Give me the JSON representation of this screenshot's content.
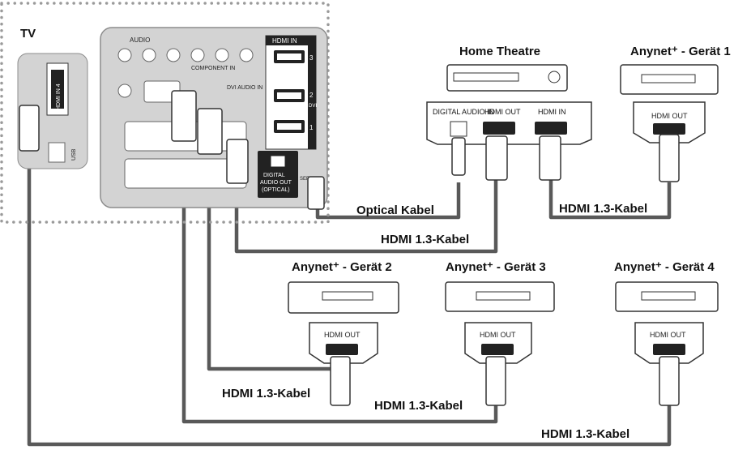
{
  "tv": {
    "label": "TV",
    "audio_label": "AUDIO",
    "component_label": "COMPONENT IN",
    "dvi_label": "DVI AUDIO IN",
    "hdmi_in_label": "HDMI IN",
    "port_numbers": [
      "3",
      "2",
      "1"
    ],
    "port2_sub": "DVI",
    "side_hdmi_label": "HDMI IN 4",
    "usb_label": "USB",
    "optical_label": "DIGITAL AUDIO OUT (OPTICAL)",
    "optical_lines": [
      "DIGITAL",
      "AUDIO OUT",
      "(OPTICAL)"
    ],
    "service_label": "SERVICE"
  },
  "home_theatre": {
    "title": "Home Theatre",
    "ports": [
      "DIGITAL AUDIO IN",
      "HDMI OUT",
      "HDMI IN"
    ]
  },
  "devices": [
    {
      "title": "Anynet⁺ - Gerät 1",
      "port": "HDMI OUT"
    },
    {
      "title": "Anynet⁺ - Gerät 2",
      "port": "HDMI OUT"
    },
    {
      "title": "Anynet⁺ - Gerät 3",
      "port": "HDMI OUT"
    },
    {
      "title": "Anynet⁺ - Gerät 4",
      "port": "HDMI OUT"
    }
  ],
  "cables": {
    "optical": "Optical Kabel",
    "ht_to_tv": "HDMI 1.3-Kabel",
    "ht_to_g1": "HDMI 1.3-Kabel",
    "g2": "HDMI 1.3-Kabel",
    "g3": "HDMI 1.3-Kabel",
    "g4": "HDMI 1.3-Kabel"
  },
  "colors": {
    "cable": "#595959",
    "panel": "#d3d3d3",
    "panel_dark": "#8c8c8c",
    "border": "#9a9a9a",
    "text": "#111111"
  }
}
